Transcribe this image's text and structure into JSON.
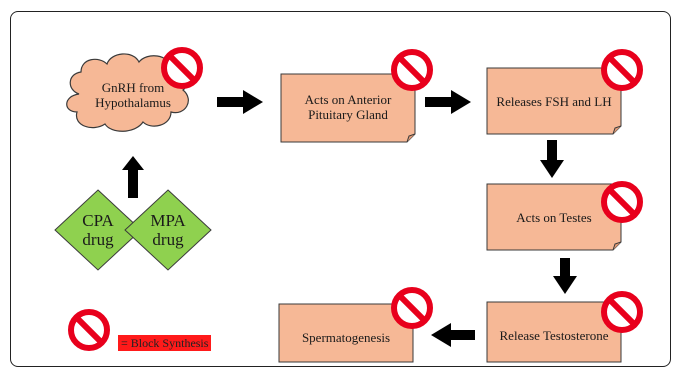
{
  "nodes": {
    "gnrh": "GnRH from Hypothalamus",
    "anterior": "Acts on Anterior Pituitary Gland",
    "fsh_lh": "Releases FSH and LH",
    "testes": "Acts on Testes",
    "testosterone": "Release Testosterone",
    "spermatogenesis": "Spermatogenesis"
  },
  "drugs": {
    "cpa": "CPA drug",
    "mpa": "MPA drug"
  },
  "legend": {
    "text": "= Block Synthesis",
    "icon": "prohibition-icon"
  },
  "colors": {
    "box_fill": "#f6b896",
    "box_stroke": "#3a3a3a",
    "diamond_fill": "#8fd14f",
    "cloud_fill": "#f6b896",
    "block_red": "#e8001c",
    "arrow": "#000000",
    "legend_bg": "#ff1a1a"
  }
}
